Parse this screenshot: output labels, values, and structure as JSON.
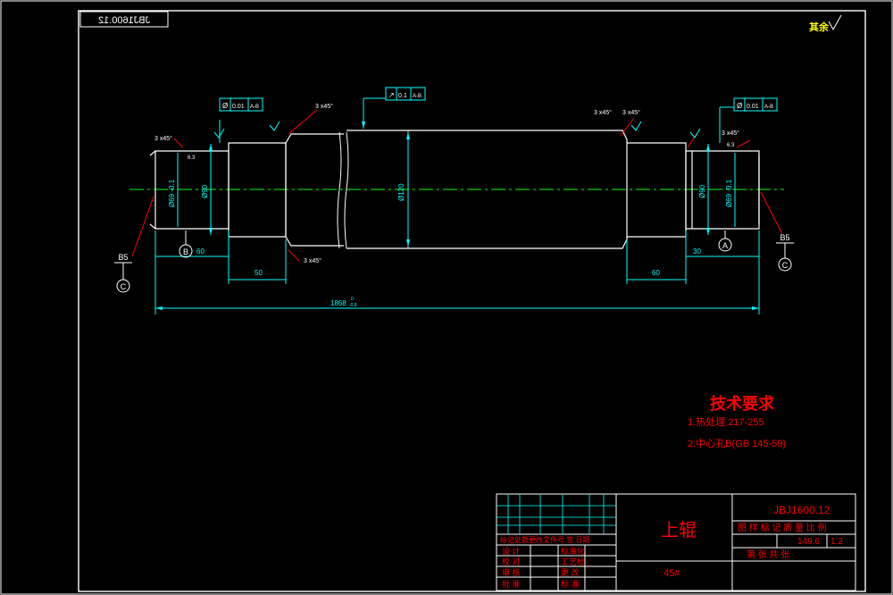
{
  "drawing": {
    "number_mirrored": "JBJ1600.12",
    "roughness_note": "其余",
    "colors": {
      "background": "#000000",
      "outline": "#ffffff",
      "dimension": "#00ffff",
      "centerline": "#00ff00",
      "leader": "#ff0000",
      "note_text": "#ff0000"
    }
  },
  "part": {
    "dims": {
      "overall_length": "1868",
      "overall_tol_upper": "0",
      "overall_tol_lower": "-0.8",
      "body_dia": "Ø120",
      "journal_dia_left": "Ø90",
      "journal_dia_right": "Ø90",
      "end_dia_left": "Ø69 -0.1",
      "end_dia_right": "Ø69 -0.1",
      "len_60_left": "60",
      "len_30_right": "30",
      "len_50": "50",
      "len_60_right": "60"
    },
    "chamfers": {
      "c1": "3 x45°",
      "c2": "3 x45°",
      "c3": "3 x45°",
      "c4": "3 x45°",
      "c5": "3 x45°",
      "c6": "3 x45°"
    },
    "gdt": {
      "left": {
        "symbol": "Ø",
        "value": "0.01",
        "datum": "A-B"
      },
      "center": {
        "symbol": "↗",
        "value": "0.1",
        "datum": "A-B"
      },
      "right": {
        "symbol": "Ø",
        "value": "0.01",
        "datum": "A-B"
      }
    },
    "datums": {
      "a": "A",
      "b": "B",
      "c": "C"
    },
    "center_hole": "B5",
    "roughness_small": {
      "left": "6.3",
      "right": "6.3"
    }
  },
  "tech_req": {
    "title": "技术要求",
    "items": [
      "1.热处理 217-255",
      "2.中心孔B(GB 145-59)"
    ]
  },
  "title_block": {
    "part_name": "上辊",
    "material": "45#",
    "drawing_no": "JBJ1600.12",
    "header_row": "图 样 标 记 质 量 比 例",
    "mass": "149.6",
    "scale": "1:2",
    "sheet_row": "第 张 共 张",
    "revision_header": "标记处数更改文件号 签 日期",
    "rows": [
      {
        "role": "设 计",
        "mid": "标准化"
      },
      {
        "role": "校 对",
        "mid": "工艺检"
      },
      {
        "role": "审 核",
        "mid": "更 改"
      },
      {
        "role": "批 准",
        "mid": "标 准"
      }
    ]
  }
}
